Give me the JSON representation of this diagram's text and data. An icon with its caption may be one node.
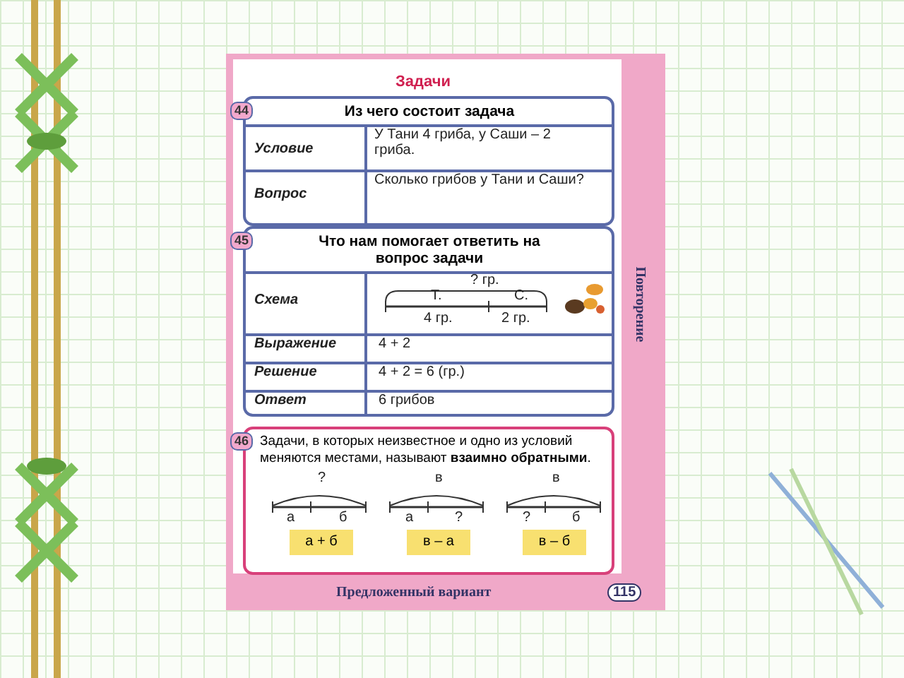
{
  "diagram": {
    "title": "Задачи",
    "nodes": [
      {
        "text": [
          "Из чего состоит задача"
        ],
        "beside": [
          "44"
        ]
      },
      {
        "text": [
          "Что нам помогает ответить на вопрос задачи"
        ],
        "beside": [
          "45"
        ]
      },
      {
        "text": [
          "Задачи, в которых неизвестное и одно из условий меняются местами, называют **взаимно обратными**."
        ],
        "beside": [
          "46"
        ]
      },
      {
        "text": [
          "а + б"
        ],
        "in": 2
      },
      {
        "text": [
          "в – а"
        ],
        "in": 2
      },
      {
        "text": [
          "в – б"
        ],
        "in": 2
      }
    ],
    "edges": [],
    "labels": [
      "Условие",
      "У Тани 4 гриба, у Саши – 2 гриба.",
      "Вопрос",
      "Сколько грибов у Тани и Саши?",
      "Схема",
      "? гр.",
      "Т.",
      "С.",
      "4 гр.",
      "2 гр.",
      "Выражение",
      "4 + 2",
      "Решение",
      "4 + 2 = 6 (гр.)",
      "Ответ",
      "6 грибов",
      "?",
      "а",
      "б",
      "в",
      "а",
      "?",
      "в",
      "?",
      "б",
      "Повторение",
      "Предложенный вариант",
      "115"
    ]
  }
}
